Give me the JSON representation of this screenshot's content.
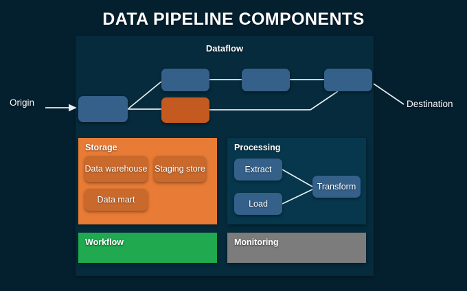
{
  "title": "DATA PIPELINE COMPONENTS",
  "dataflow": {
    "label": "Dataflow",
    "origin_label": "Origin",
    "destination_label": "Destination",
    "nodes": [
      {
        "name": "origin-node",
        "color": "#35608a",
        "label": ""
      },
      {
        "name": "ingest-node",
        "color": "#35608a",
        "label": ""
      },
      {
        "name": "stage-node",
        "color": "#c45a20",
        "label": ""
      },
      {
        "name": "process-node",
        "color": "#35608a",
        "label": ""
      },
      {
        "name": "sink-node",
        "color": "#35608a",
        "label": ""
      }
    ]
  },
  "groups": {
    "storage": {
      "title": "Storage",
      "color": "#e87b35",
      "items": [
        {
          "label": "Data warehouse"
        },
        {
          "label": "Staging store"
        },
        {
          "label": "Data mart"
        }
      ]
    },
    "processing": {
      "title": "Processing",
      "color": "#06374d",
      "items": [
        {
          "label": "Extract"
        },
        {
          "label": "Load"
        },
        {
          "label": "Transform"
        }
      ]
    },
    "workflow": {
      "title": "Workflow",
      "color": "#20a94f"
    },
    "monitoring": {
      "title": "Monitoring",
      "color": "#7c7c7c"
    }
  },
  "colors": {
    "page_background": "#04202f",
    "panel_background": "#052b3c",
    "connector": "#e8eef2",
    "text": "#ffffff"
  }
}
